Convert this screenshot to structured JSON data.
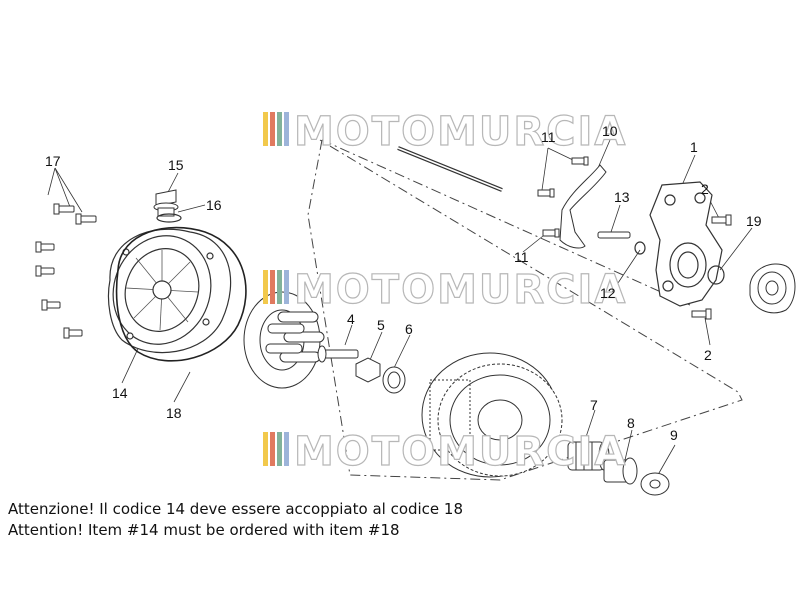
{
  "watermark": {
    "text": "MOTOMURCIA",
    "colors": [
      "#f2c94c",
      "#e07a5f",
      "#81b29a",
      "#9db4d9"
    ]
  },
  "parts": {
    "p1": "1",
    "p2a": "2",
    "p2b": "2",
    "p4": "4",
    "p5": "5",
    "p6": "6",
    "p7": "7",
    "p8": "8",
    "p9": "9",
    "p10": "10",
    "p11a": "11",
    "p11b": "11",
    "p12": "12",
    "p13": "13",
    "p14": "14",
    "p15": "15",
    "p16": "16",
    "p17": "17",
    "p18": "18",
    "p19": "19"
  },
  "notes": {
    "italian": "Attenzione! Il codice 14 deve essere accoppiato al codice 18",
    "english": "Attention! Item #14 must be ordered with item #18"
  }
}
